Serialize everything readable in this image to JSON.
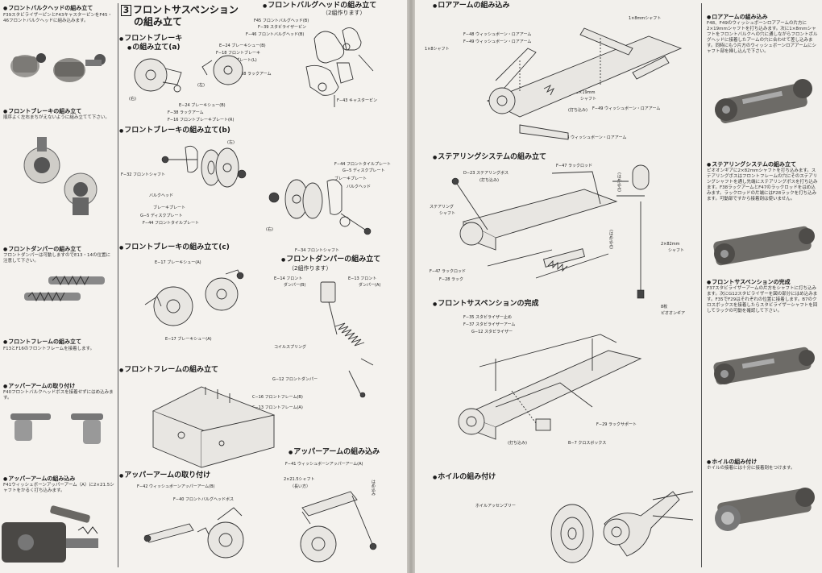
{
  "left_page": {
    "sidebar": [
      {
        "heading": "フロントバルクヘッドの組み立て",
        "text": "F39スタビライザーピンとF43キャスターピンをF45・46フロントバルクヘッドに組み込みます。"
      },
      {
        "heading": "フロントブレーキの組み立て",
        "text": "順序よく左右まちがえないように組み立てて下さい。"
      },
      {
        "heading": "フロントダンパーの組み立て",
        "text": "フロントダンパーは可動しますのでE13・14の位置に注意して下さい。"
      },
      {
        "heading": "フロントフレームの組み立て",
        "text": "F13とF16のフロントフレームを接着します。"
      },
      {
        "heading": "アッパーアームの取り付け",
        "text": "F40フロントバルクヘッドボスを接着せずにはめ込みます。"
      },
      {
        "heading": "アッパーアームの組み込み",
        "text": "F41ウィッシュボーンアッパーアーム（A）に2×21.5シャフトをかるく打ち込みます。"
      }
    ],
    "section": {
      "number": "3",
      "title_line1": "フロントサスペンション",
      "title_line2": "の組み立て"
    },
    "steps": {
      "bulkhead": {
        "title": "フロントバルグヘッドの組み立て",
        "sub": "（2組作ります）"
      },
      "brake_a": {
        "title": "フロントブレーキ",
        "title2": "の組み立て(a)"
      },
      "brake_b": {
        "title": "フロントブレーキの組み立て(b)"
      },
      "brake_c": {
        "title": "フロントブレーキの組み立て(c)"
      },
      "damper": {
        "title": "フロントダンパーの組み立て",
        "sub": "（2組作ります）"
      },
      "frame": {
        "title": "フロントフレームの組み立て"
      },
      "upper_attach": {
        "title": "アッパーアームの取り付け"
      },
      "upper_assembly": {
        "title": "アッパーアームの組み込み"
      }
    },
    "labels": {
      "f45": "F45 フロントバルグヘッド(B)",
      "f39": "F−39 スタビライザーピン",
      "f46": "F−46 フロントバルグヘッド(B)",
      "f43": "F−43 キャスターピン",
      "e24a": "E−24 ブレーキシュー(B)",
      "f18": "F−18 フロントブレーキ",
      "f18b": "プレート(L)",
      "f38a": "F−38 ラックアーム",
      "right_a": "(右)",
      "left_a": "(左)",
      "right_b": "(右)",
      "e24b": "E−24 ブレーキシュー(B)",
      "f38b": "F−38 ラックアーム",
      "f16": "F−16 フロントブレーキプレート(R)",
      "left_top": "(左)",
      "f32": "F−32 フロントシャフト",
      "bulkhead_b": "バルクヘッド",
      "brakeplate_b": "ブレーキプレート",
      "g5_b": "G−5 ディスクプレート",
      "f44_b": "F−44 フロントタイルプレート",
      "f44_r": "F−44 フロントタイルプレート",
      "g5_r": "G−5 ディスクプレート",
      "brakeplate_r": "ブレーキプレート",
      "bulkhead_r": "バルクヘッド",
      "right_r": "(右)",
      "f34": "F−34 フロントシャフト",
      "e17a": "E−17 ブレーキシュー(A)",
      "e17b": "E−17 ブレーキシュー(A)",
      "e14": "E−14 フロント",
      "e14b": "ダンパー(B)",
      "e13": "E−13 フロント",
      "e13b": "ダンパー(A)",
      "coil": "コイルスプリング",
      "g12": "G−12 フロントダンパー",
      "c16": "C−16 フロントフレーム(B)",
      "c13": "C−13 フロントフレーム(A)",
      "f41": "F−41 ウィッシュボーンアッパーアーム(A)",
      "shaft21": "2×21.5シャフト",
      "shaft21b": "（長い方）",
      "hame": "はめ込み",
      "f42": "F−42 ウィッシュボーンアッパーアーム(B)",
      "f40": "F−40 フロントバルグヘッドボス"
    }
  },
  "right_page": {
    "sidebar": [
      {
        "heading": "ロアアームの組み込み",
        "text": "F48、F49のウィッシュボーンロアアームの片方に2×19mmシャフトを打ち込みます。次に1×8mmシャフトをフロントバルクへの穴に通しながらフロントボルグヘッドに接着したアームの穴に合わせて差し込みます。同時にもう片方のウィッシュボーンロアアームにシャフト部を挿し込んで下さい。"
      },
      {
        "heading": "ステアリングシステムの組み立て",
        "text": "ピオオンギアに2×82mmシャフトを打ち込みます。ステアリングボスはフロントフレームの穴にそのステアリングシャフトを通し先端にステアリングポスを打ち込みます。F38ラックアームとF47のラックロッドをはめ込みます。ラックロッドの片端にはF28ラックを打ち込みます。可動部ですから接着剤は使いません。"
      },
      {
        "heading": "フロントサスペンションの完成",
        "text": "F37スタビライザーアームの片方をシャフトに打ち込みます。次にG12スタビライザーを図の部分にはめ込みます。F35でF29はそれぞれの位置に接着します。B7のクロスボックスを接着したらスタビライザーシャフトを回してラックの可動を確認して下さい。"
      },
      {
        "heading": "ホイルの組み付け",
        "text": "ホイルの接着には十分に接着剤をつけます。"
      }
    ],
    "steps": {
      "lower_arm": {
        "title": "ロアアームの組み込み"
      },
      "steering": {
        "title": "ステアリングシステムの組み立て"
      },
      "complete": {
        "title": "フロントサスペンションの完成"
      },
      "wheel": {
        "title": "ホイルの組み付け"
      }
    },
    "labels": {
      "shaft18": "1×8mmシャフト",
      "f48a": "F−48 ウィッシュボーン・ロアアーム",
      "f49a": "F−49 ウィッシュボーン・ロアアーム",
      "shaft18b": "1×8シャフト",
      "shaft219": "2×19mm",
      "shaft219b": "シャフト",
      "uchikomi": "(打ち込み)",
      "f49b": "F−49 ウィッシュボーン・ロアアーム",
      "f48b": "F−48 ウィッシュボーン・ロアアーム",
      "f47a": "F−47 ラックロッド",
      "d23": "D−23 ステアリングボス",
      "d23b": "(打ち込み)",
      "steering_shaft": "ステアリング",
      "steering_shaft2": "シャフト",
      "hame1": "(はめ込み)",
      "hame2": "(はめ込み)",
      "shaft282": "2×82mm",
      "shaft282b": "シャフト",
      "f47b": "F−47 ラックロッド",
      "f28": "F−28 ラック",
      "pinion": "8枚",
      "pinion2": "ピオオンギア",
      "f35": "F−35 スタビライザー止め",
      "f37": "F−37 スタビライザーアーム",
      "g12": "G−12 スタビライザー",
      "f29": "F−29 ラックサポート",
      "b7": "B−7 クロスボックス",
      "uchikomi2": "(打ち込み)",
      "wheel_assy": "ホイルアッセンブリー"
    }
  }
}
